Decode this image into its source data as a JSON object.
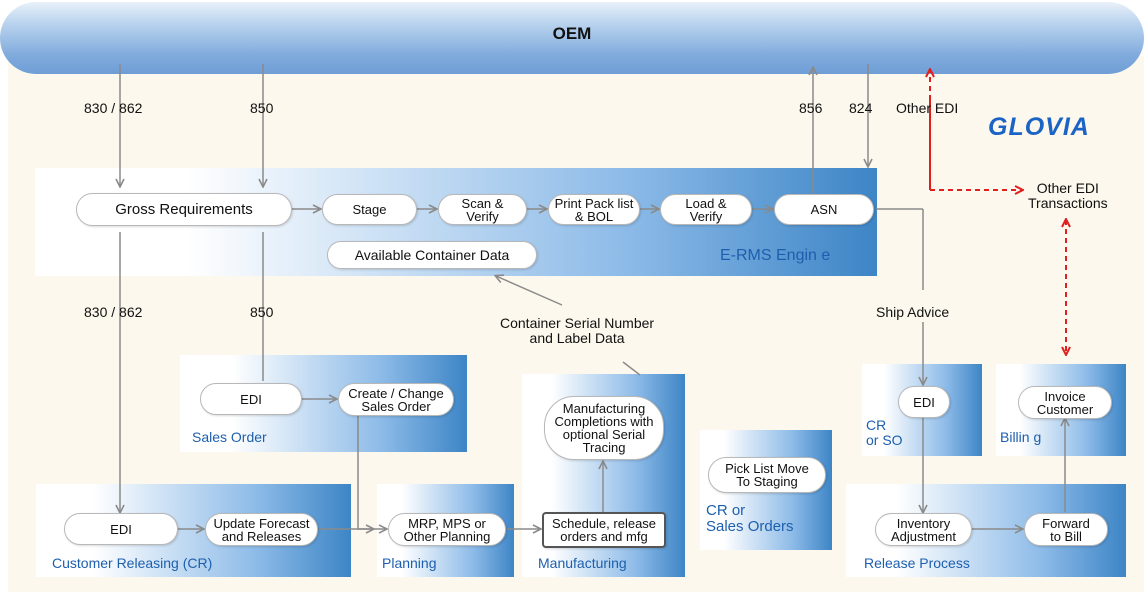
{
  "header": {
    "title": "OEM"
  },
  "brand": "GLOVIA",
  "edge_labels": {
    "top_830_862": "830 / 862",
    "top_850": "850",
    "top_856": "856",
    "top_824": "824",
    "other_edi": "Other EDI",
    "mid_830_862": "830 / 862",
    "mid_850": "850",
    "container_serial": "Container Serial Number\nand Label Data",
    "ship_advice": "Ship Advice",
    "other_edi_transactions": "Other EDI\nTransactions"
  },
  "panels": {
    "erms": "E-RMS Engin e",
    "sales_order": "Sales Order",
    "customer_releasing": "Customer Releasing (CR)",
    "planning": "Planning",
    "manufacturing": "Manufacturing",
    "cr_sales_orders": "CR or\nSales Orders",
    "cr_so": "CR\nor SO",
    "billing": "Billin g",
    "release_process": "Release Process"
  },
  "nodes": {
    "gross_requirements": "Gross Requirements",
    "stage": "Stage",
    "scan_verify": "Scan &\nVerify",
    "print_pack": "Print Pack list\n& BOL",
    "load_verify": "Load &\nVerify",
    "asn": "ASN",
    "available_container": "Available Container Data",
    "so_edi": "EDI",
    "create_change": "Create / Change\nSales Order",
    "cr_edi": "EDI",
    "update_forecast": "Update Forecast\nand Releases",
    "mrp": "MRP, MPS or\nOther Planning",
    "schedule": "Schedule, release\norders and mfg",
    "mfg_completions": "Manufacturing\nCompletions with\noptional Serial\nTracing",
    "pick_list": "Pick List Move\nTo Staging",
    "crso_edi": "EDI",
    "invoice": "Invoice\nCustomer",
    "inventory_adj": "Inventory\nAdjustment",
    "forward_bill": "Forward\nto Bill"
  }
}
